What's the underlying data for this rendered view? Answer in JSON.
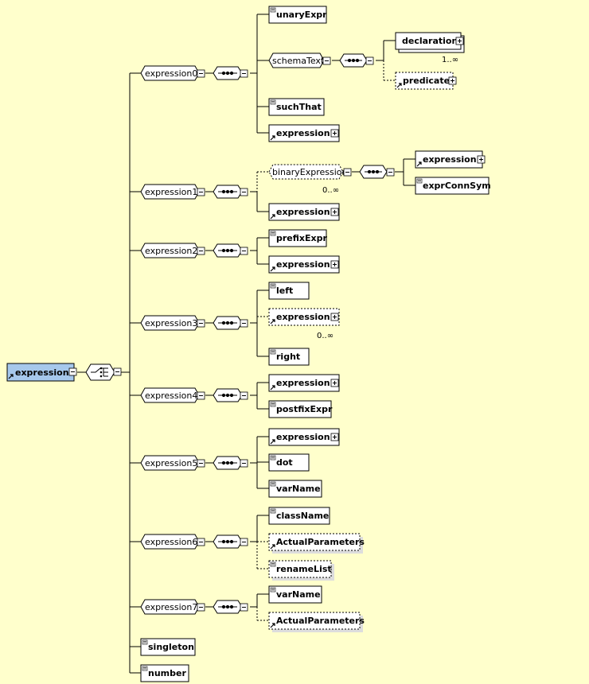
{
  "root": {
    "label": "expression"
  },
  "groups": [
    {
      "label": "expression0"
    },
    {
      "label": "expression1"
    },
    {
      "label": "expression2"
    },
    {
      "label": "expression3"
    },
    {
      "label": "expression4"
    },
    {
      "label": "expression5"
    },
    {
      "label": "expression6"
    },
    {
      "label": "expression7"
    }
  ],
  "children": {
    "expression0": [
      "unaryExpr",
      "schemaText",
      "suchThat",
      "expression"
    ],
    "schemaText": [
      "declaration",
      "predicate"
    ],
    "expression1": [
      "binaryExpression",
      "expression"
    ],
    "binaryExpression": [
      "expression",
      "exprConnSym"
    ],
    "expression2": [
      "prefixExpr",
      "expression"
    ],
    "expression3": [
      "left",
      "expression",
      "right"
    ],
    "expression4": [
      "expression",
      "postfixExpr"
    ],
    "expression5": [
      "expression",
      "dot",
      "varName"
    ],
    "expression6": [
      "className",
      "ActualParameters",
      "renameList"
    ],
    "expression7": [
      "varName",
      "ActualParameters"
    ],
    "root_extra": [
      "singleton",
      "number"
    ]
  },
  "occurrences": {
    "declaration": "1..∞",
    "binaryExpression": "0..∞",
    "expression3_expression": "0..∞"
  },
  "colors": {
    "background": "#ffffcc",
    "root_fill": "#a6c8ec",
    "node_fill": "#ffffff",
    "line": "#000000"
  }
}
